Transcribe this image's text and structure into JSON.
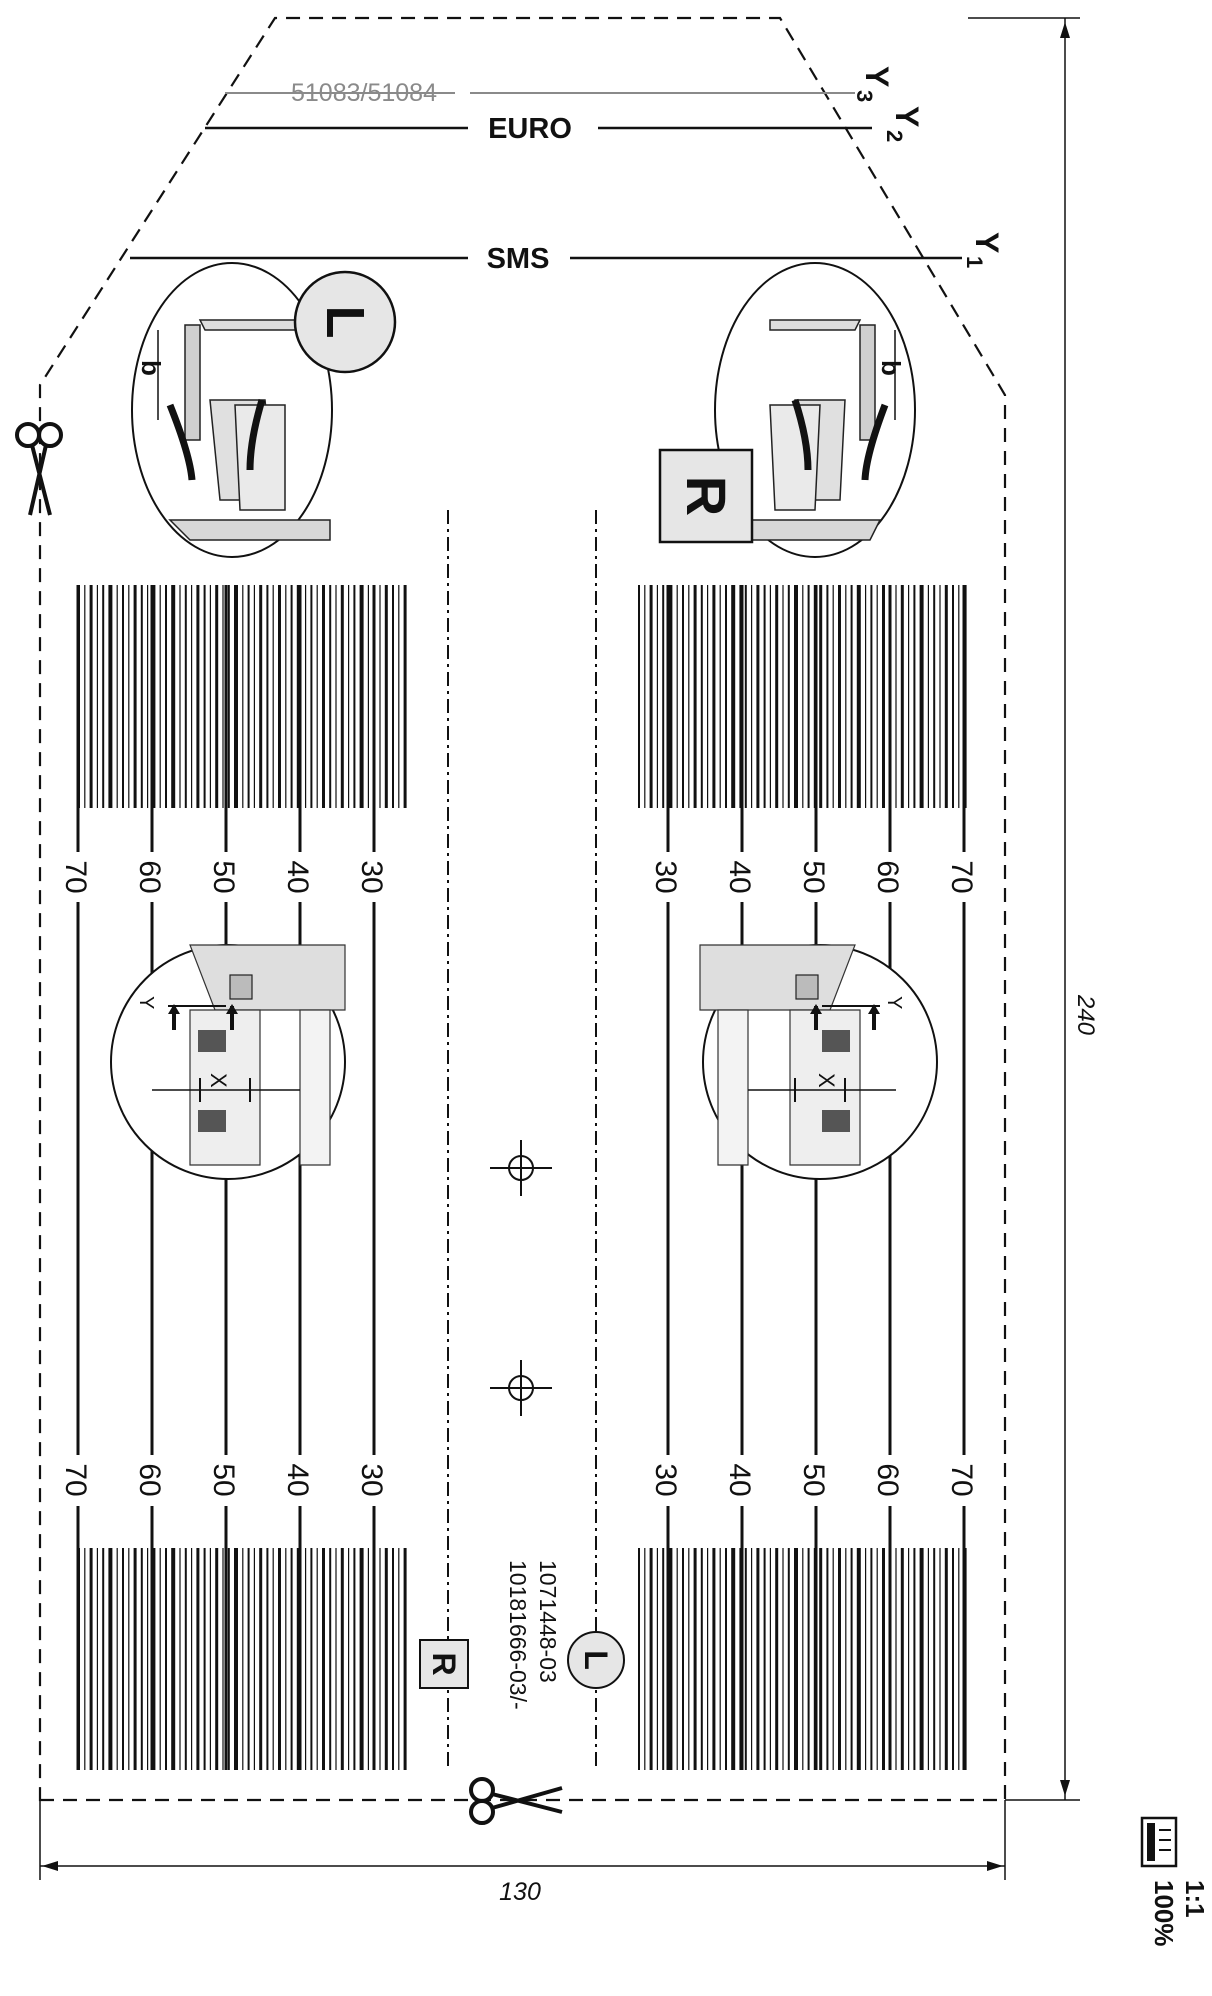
{
  "lines": {
    "y1": {
      "label": "SMS",
      "tag": "Y",
      "sub": "1"
    },
    "y2": {
      "label": "EURO",
      "tag": "Y",
      "sub": "2"
    },
    "y3": {
      "label": "51083/51084",
      "tag": "Y",
      "sub": "3"
    }
  },
  "side_marks": {
    "left": "L",
    "right": "R"
  },
  "scale_ticks": [
    "70",
    "60",
    "50",
    "40",
    "30"
  ],
  "scale_ticks_right": [
    "30",
    "40",
    "50",
    "60",
    "70"
  ],
  "detail_labels": {
    "x": "X",
    "y": "Y",
    "b": "b"
  },
  "part_numbers": [
    "1071448-03",
    "10181666-03/-"
  ],
  "dimensions": {
    "width": "130",
    "height": "240"
  },
  "print_scale": {
    "ratio": "1:1",
    "percent": "100%"
  },
  "colors": {
    "ink": "#111111",
    "grey": "#8a8a8a",
    "fill_grey": "#e6e6e6"
  },
  "icons": [
    "scissors-icon",
    "crosshair-icon",
    "print-scale-icon"
  ]
}
